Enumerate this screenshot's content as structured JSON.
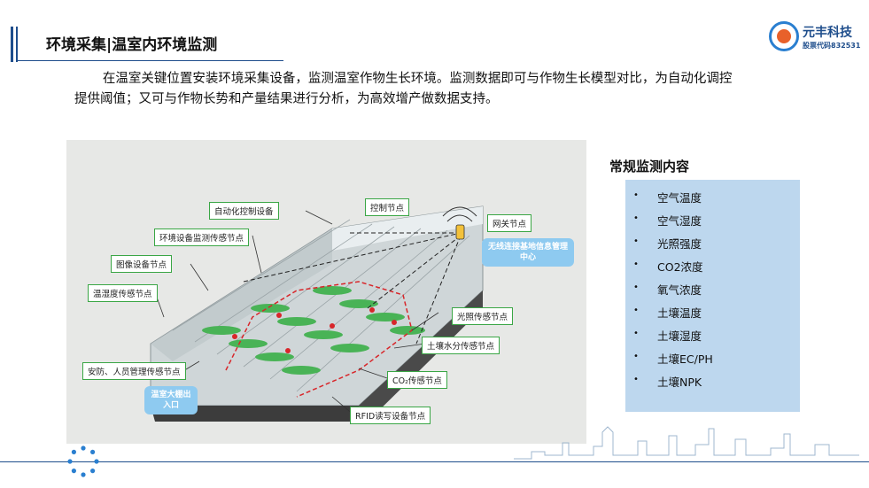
{
  "header": {
    "title": "环境采集|温室内环境监测",
    "logo_name": "元丰科技",
    "logo_code": "股票代码832531"
  },
  "intro": "在温室关键位置安装环境采集设备，监测温室作物生长环境。监测数据即可与作物生长模型对比，为自动化调控提供阈值；又可与作物长势和产量结果进行分析，为高效增产做数据支持。",
  "diagram": {
    "labels": [
      "自动化控制设备",
      "控制节点",
      "网关节点",
      "环境设备监测传感节点",
      "图像设备节点",
      "温湿度传感节点",
      "光照传感节点",
      "土壤水分传感节点",
      "安防、人员管理传感节点",
      "CO₂传感节点",
      "RFID读写设备节点"
    ],
    "cloud_tag": "无线连接基地信息管理中心",
    "entrance_tag": "温室大棚出入口"
  },
  "monitoring": {
    "title": "常规监测内容",
    "bullet": "•",
    "items": [
      "空气温度",
      "空气湿度",
      "光照强度",
      "CO2浓度",
      "氧气浓度",
      "土壤温度",
      "土壤湿度",
      "土壤EC/PH",
      "土壤NPK"
    ]
  },
  "colors": {
    "brand_blue": "#1f4e8c",
    "label_border": "#3aa645",
    "panel_bg": "#bdd7ee",
    "cloud_blue": "#8ecaf0"
  }
}
